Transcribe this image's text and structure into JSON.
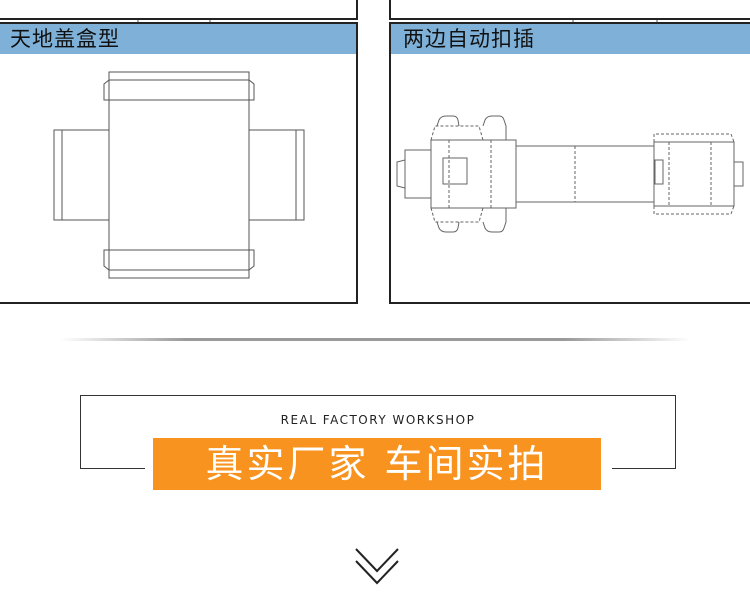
{
  "panels": {
    "left": {
      "title": "天地盖盒型",
      "icon": "lid-and-base-box-dieline"
    },
    "right": {
      "title": "两边自动扣插",
      "icon": "auto-lock-both-ends-dieline"
    }
  },
  "section": {
    "subtitle_en": "REAL FACTORY WORKSHOP",
    "title_zh": "真实厂家 车间实拍",
    "fine_print_1": "",
    "fine_print_2": ""
  },
  "colors": {
    "header_blue": "#7fb1d8",
    "accent_orange": "#f7931e",
    "line_dark": "#222222"
  },
  "icons": {
    "scroll_hint": "double-chevron-down-icon"
  }
}
